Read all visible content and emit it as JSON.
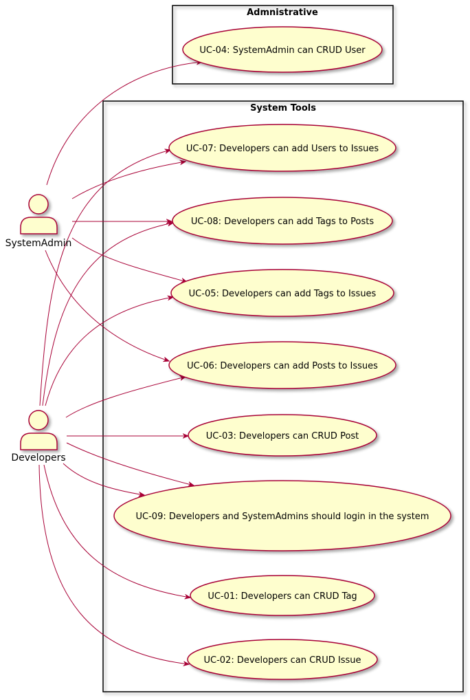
{
  "colors": {
    "usecase_fill": "#FEFECE",
    "border": "#A80036",
    "edge": "#A80036",
    "package_border": "#000000"
  },
  "packages": {
    "admin": {
      "title": "Admnistrative"
    },
    "tools": {
      "title": "System Tools"
    }
  },
  "actors": {
    "systemadmin": {
      "label": "SystemAdmin"
    },
    "developers": {
      "label": "Developers"
    }
  },
  "usecases": {
    "uc04": "UC-04: SystemAdmin can CRUD User",
    "uc07": "UC-07: Developers can add Users to Issues",
    "uc08": "UC-08: Developers can add Tags to Posts",
    "uc05": "UC-05: Developers can add Tags to Issues",
    "uc06": "UC-06: Developers can add Posts to Issues",
    "uc03": "UC-03: Developers can CRUD Post",
    "uc09": "UC-09: Developers and SystemAdmins should login in the system",
    "uc01": "UC-01: Developers can CRUD Tag",
    "uc02": "UC-02: Developers can CRUD Issue"
  },
  "relations": [
    {
      "from": "systemadmin",
      "to": "uc04"
    },
    {
      "from": "systemadmin",
      "to": "uc07"
    },
    {
      "from": "systemadmin",
      "to": "uc08"
    },
    {
      "from": "systemadmin",
      "to": "uc05"
    },
    {
      "from": "systemadmin",
      "to": "uc06"
    },
    {
      "from": "developers",
      "to": "uc07"
    },
    {
      "from": "developers",
      "to": "uc08"
    },
    {
      "from": "developers",
      "to": "uc05"
    },
    {
      "from": "developers",
      "to": "uc06"
    },
    {
      "from": "developers",
      "to": "uc03"
    },
    {
      "from": "developers",
      "to": "uc09"
    },
    {
      "from": "developers",
      "to": "uc01"
    },
    {
      "from": "developers",
      "to": "uc02"
    }
  ]
}
